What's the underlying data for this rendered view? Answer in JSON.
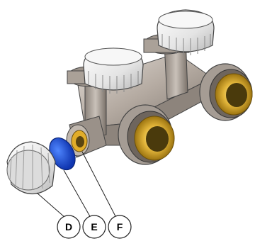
{
  "callouts": {
    "d": "D",
    "e": "E",
    "f": "F"
  },
  "colors": {
    "brass": "#c89a1a",
    "blue_seal": "#1a4fd6",
    "metal": "#b9b0a7",
    "cap_white": "#eeeeee"
  }
}
